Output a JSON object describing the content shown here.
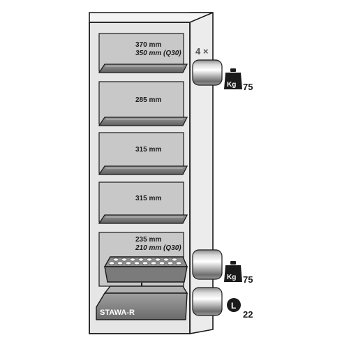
{
  "compartments": [
    {
      "height_label": "370 mm",
      "alt_label": "350 mm (Q30)"
    },
    {
      "height_label": "285 mm",
      "alt_label": ""
    },
    {
      "height_label": "315 mm",
      "alt_label": ""
    },
    {
      "height_label": "315 mm",
      "alt_label": ""
    },
    {
      "height_label": "235 mm",
      "alt_label": "210 mm (Q30)"
    }
  ],
  "shelf_count_label": "4 ×",
  "load_rating_shelf": "75",
  "load_rating_bottom": "75",
  "load_icon_label": "Kg",
  "sump_volume_label": "22",
  "sump_icon_label": "L",
  "sump_model_label": "STAWA-R",
  "colors": {
    "cabinet_fill": "#e6e6e6",
    "cabinet_stroke": "#1a1a1a",
    "compartment_fill": "#c8c8c8",
    "shelf_fill": "#7c7c7c",
    "metal_light": "#f2f2f2",
    "metal_dark": "#5a5a5a"
  }
}
